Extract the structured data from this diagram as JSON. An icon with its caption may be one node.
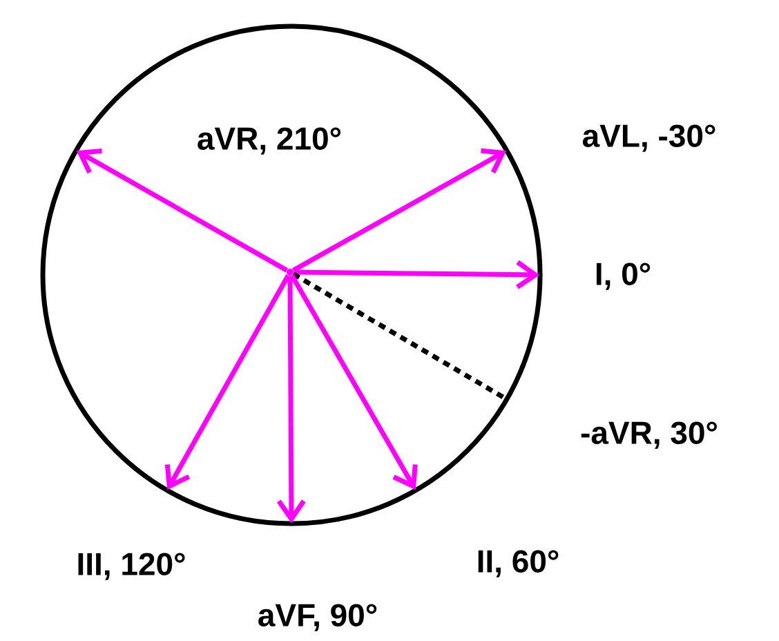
{
  "diagram": {
    "nodes": [
      {
        "text": [],
        "shape": "circle"
      },
      {
        "text": [],
        "shape": "circle",
        "in": 0
      }
    ],
    "edges": [
      {
        "from": 1,
        "to": 0,
        "arrow": "to",
        "label": "aVR, 210°"
      },
      {
        "from": 1,
        "to": 0,
        "arrow": "to",
        "label": "aVL, -30°"
      },
      {
        "from": 1,
        "to": 0,
        "arrow": "to",
        "label": "I, 0°"
      },
      {
        "from": 1,
        "to": 0,
        "arrow": "none",
        "label": "-aVR, 30°",
        "style": "dashed",
        "color": "#000000"
      },
      {
        "from": 1,
        "to": 0,
        "arrow": "to",
        "label": "III, 120°"
      },
      {
        "from": 1,
        "to": 0,
        "arrow": "to",
        "label": "II, 60°"
      },
      {
        "from": 1,
        "to": 0,
        "arrow": "to",
        "label": "aVF, 90°"
      }
    ]
  }
}
